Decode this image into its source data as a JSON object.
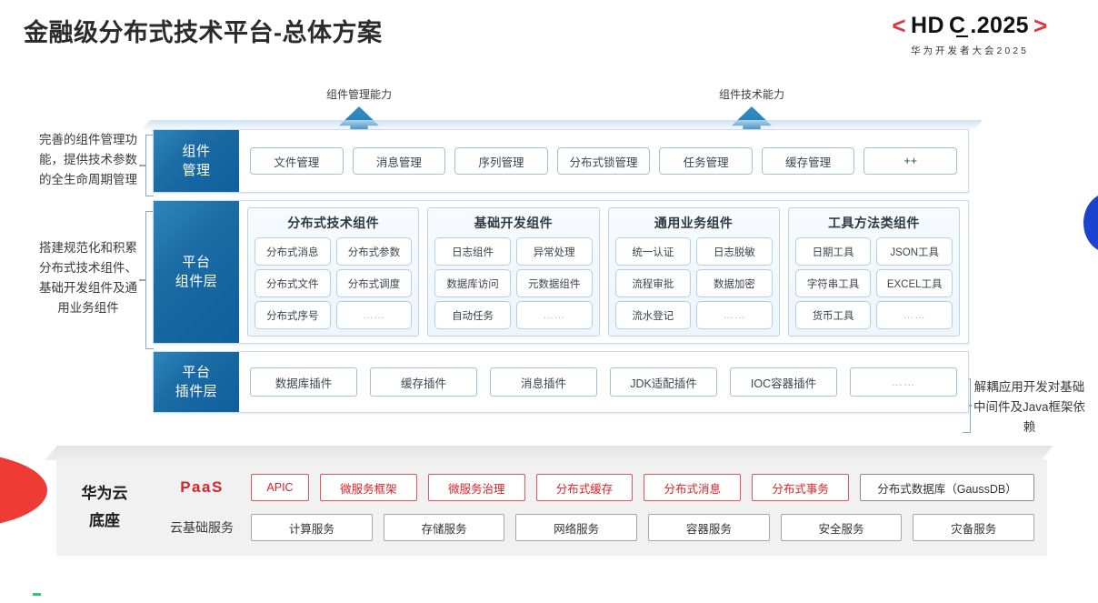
{
  "header": {
    "title": "金融级分布式技术平台-总体方案",
    "logo": {
      "left_angle": "<",
      "right_angle": ">",
      "main": "HDC.2025",
      "main_prefix": "HD",
      "main_underlined": "C",
      "main_suffix": ".2025",
      "subtitle": "华为开发者大会2025",
      "accent_color": "#e1333d"
    }
  },
  "arrows": [
    {
      "label": "组件管理能力",
      "name": "component-management-capability"
    },
    {
      "label": "组件技术能力",
      "name": "component-technology-capability"
    }
  ],
  "annotations": {
    "left_top": "完善的组件管理功能，提供技术参数的全生命周期管理",
    "left_middle": "搭建规范化和积累分布式技术组件、基础开发组件及通用业务组件",
    "right": "解耦应用开发对基础中间件及Java框架依赖"
  },
  "architecture": {
    "rows": [
      {
        "id": "component-management",
        "label": "组件\n管理",
        "label_lines": [
          "组件",
          "管理"
        ],
        "items": [
          "文件管理",
          "消息管理",
          "序列管理",
          "分布式锁管理",
          "任务管理",
          "缓存管理",
          "++"
        ]
      },
      {
        "id": "platform-component-layer",
        "label_lines": [
          "平台",
          "组件层"
        ],
        "groups": [
          {
            "title": "分布式技术组件",
            "cells": [
              "分布式消息",
              "分布式参数",
              "分布式文件",
              "分布式调度",
              "分布式序号",
              "……"
            ]
          },
          {
            "title": "基础开发组件",
            "cells": [
              "日志组件",
              "异常处理",
              "数据库访问",
              "元数据组件",
              "自动任务",
              "……"
            ]
          },
          {
            "title": "通用业务组件",
            "cells": [
              "统一认证",
              "日志脱敏",
              "流程审批",
              "数据加密",
              "流水登记",
              "……"
            ]
          },
          {
            "title": "工具方法类组件",
            "cells": [
              "日期工具",
              "JSON工具",
              "字符串工具",
              "EXCEL工具",
              "货币工具",
              "……"
            ]
          }
        ]
      },
      {
        "id": "platform-plugin-layer",
        "label_lines": [
          "平台",
          "插件层"
        ],
        "items": [
          "数据库插件",
          "缓存插件",
          "消息插件",
          "JDK适配插件",
          "IOC容器插件",
          "……"
        ]
      }
    ]
  },
  "cloud_base": {
    "title_lines": [
      "华为云",
      "底座"
    ],
    "rows": [
      {
        "label": "PaaS",
        "label_style": "red-bold",
        "items": [
          {
            "text": "APIC",
            "style": "red"
          },
          {
            "text": "微服务框架",
            "style": "red"
          },
          {
            "text": "微服务治理",
            "style": "red"
          },
          {
            "text": "分布式缓存",
            "style": "red"
          },
          {
            "text": "分布式消息",
            "style": "red"
          },
          {
            "text": "分布式事务",
            "style": "red"
          },
          {
            "text": "分布式数据库（GaussDB）",
            "style": "gray"
          }
        ]
      },
      {
        "label": "云基础服务",
        "label_style": "plain",
        "items": [
          {
            "text": "计算服务",
            "style": "plain"
          },
          {
            "text": "存储服务",
            "style": "plain"
          },
          {
            "text": "网络服务",
            "style": "plain"
          },
          {
            "text": "容器服务",
            "style": "plain"
          },
          {
            "text": "安全服务",
            "style": "plain"
          },
          {
            "text": "灾备服务",
            "style": "plain"
          }
        ]
      }
    ]
  },
  "colors": {
    "brand_red": "#d9232a",
    "band_blue": "#1b6ba4",
    "decor_blue": "#1c43cf",
    "decor_red": "#ee3b36",
    "base_gray": "#f1f1f1"
  }
}
